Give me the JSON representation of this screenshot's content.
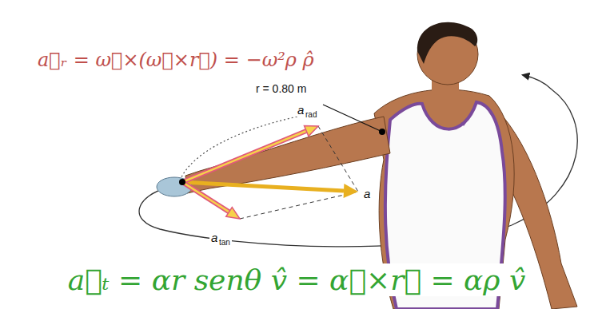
{
  "diagram": {
    "labels": [
      "a⃗ᵣ = ω⃗×(ω⃗×r⃗) = −ω²ρ ρ̂",
      "r = 0.80 m",
      "a",
      "rad",
      "a",
      "a",
      "tan",
      "a⃗ₜ = αr senθ v̂ = α⃗×r⃗ = αρ v̂"
    ]
  }
}
